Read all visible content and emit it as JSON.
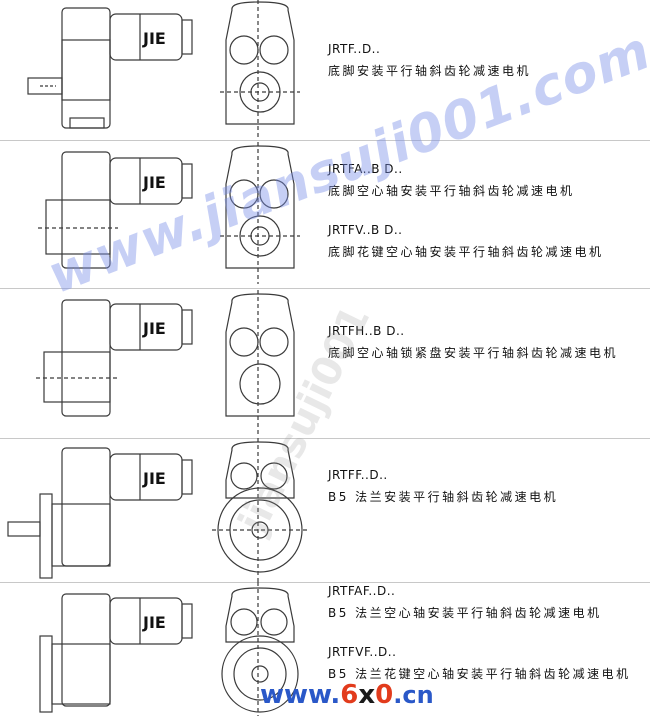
{
  "colors": {
    "line": "#3a3a3a",
    "watermark": "#7a8ce6",
    "logo_blue": "#2a58c8",
    "logo_red": "#e23b1c"
  },
  "motor_brand": "JIE",
  "rows": [
    {
      "items": [
        {
          "model": "JRTF..D..",
          "desc": "底脚安装平行轴斜齿轮减速电机"
        }
      ]
    },
    {
      "items": [
        {
          "model": "JRTFA..B D..",
          "desc": "底脚空心轴安装平行轴斜齿轮减速电机"
        },
        {
          "model": "JRTFV..B D..",
          "desc": "底脚花键空心轴安装平行轴斜齿轮减速电机"
        }
      ]
    },
    {
      "items": [
        {
          "model": "JRTFH..B D..",
          "desc": "底脚空心轴锁紧盘安装平行轴斜齿轮减速电机"
        }
      ]
    },
    {
      "items": [
        {
          "model": "JRTFF..D..",
          "desc": "B5 法兰安装平行轴斜齿轮减速电机"
        }
      ]
    },
    {
      "items": [
        {
          "model": "JRTFAF..D..",
          "desc": "B5 法兰空心轴安装平行轴斜齿轮减速电机"
        },
        {
          "model": "JRTFVF..D..",
          "desc": "B5 法兰花键空心轴安装平行轴斜齿轮减速电机"
        }
      ]
    }
  ],
  "watermark": {
    "main": "www.jiansuji001.com",
    "secondary": "jiansuji001",
    "logo_prefix": "www.",
    "logo_six": "6",
    "logo_x": "x",
    "logo_zero": "0",
    "logo_suffix": ".cn"
  }
}
